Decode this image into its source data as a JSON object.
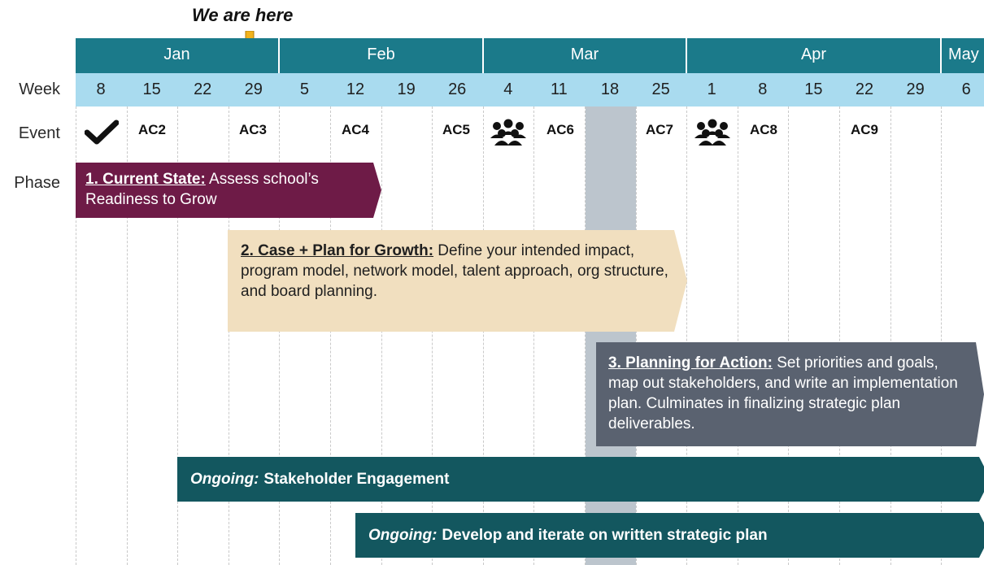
{
  "marker": {
    "label": "We are here",
    "arrow_color": "#f2b31c"
  },
  "row_labels": {
    "week": "Week",
    "event": "Event",
    "phase": "Phase"
  },
  "months": [
    "Jan",
    "Feb",
    "Mar",
    "Apr",
    "May"
  ],
  "weeks": [
    "8",
    "15",
    "22",
    "29",
    "5",
    "12",
    "19",
    "26",
    "4",
    "11",
    "18",
    "25",
    "1",
    "8",
    "15",
    "22",
    "29",
    "6"
  ],
  "highlight_week": "18",
  "events": {
    "ac2": "AC2",
    "ac3": "AC3",
    "ac4": "AC4",
    "ac5": "AC5",
    "ac6": "AC6",
    "ac7": "AC7",
    "ac8": "AC8",
    "ac9": "AC9",
    "icons": [
      "check-icon",
      "group-icon"
    ]
  },
  "phases": [
    {
      "head": "1. Current State:",
      "body": " Assess school’s Readiness to Grow",
      "color": "#6e1b47"
    },
    {
      "head": "2. Case + Plan for Growth:",
      "body": " Define your intended impact, program model, network model, talent approach, org structure, and board planning.",
      "color": "#f1dfbf"
    },
    {
      "head": "3. Planning for Action:",
      "body": " Set priorities and goals, map out stakeholders, and write an implementation plan. Culminates in finalizing strategic plan deliverables.",
      "color": "#5a6270"
    }
  ],
  "ongoing": [
    {
      "lead": "Ongoing:",
      "text": "Stakeholder Engagement"
    },
    {
      "lead": "Ongoing:",
      "text": "Develop and iterate on written strategic plan"
    }
  ],
  "colors": {
    "month_band": "#1b7a8a",
    "week_band": "#a9dbef",
    "ongoing": "#13575f",
    "highlight": "#bcc5cd"
  }
}
